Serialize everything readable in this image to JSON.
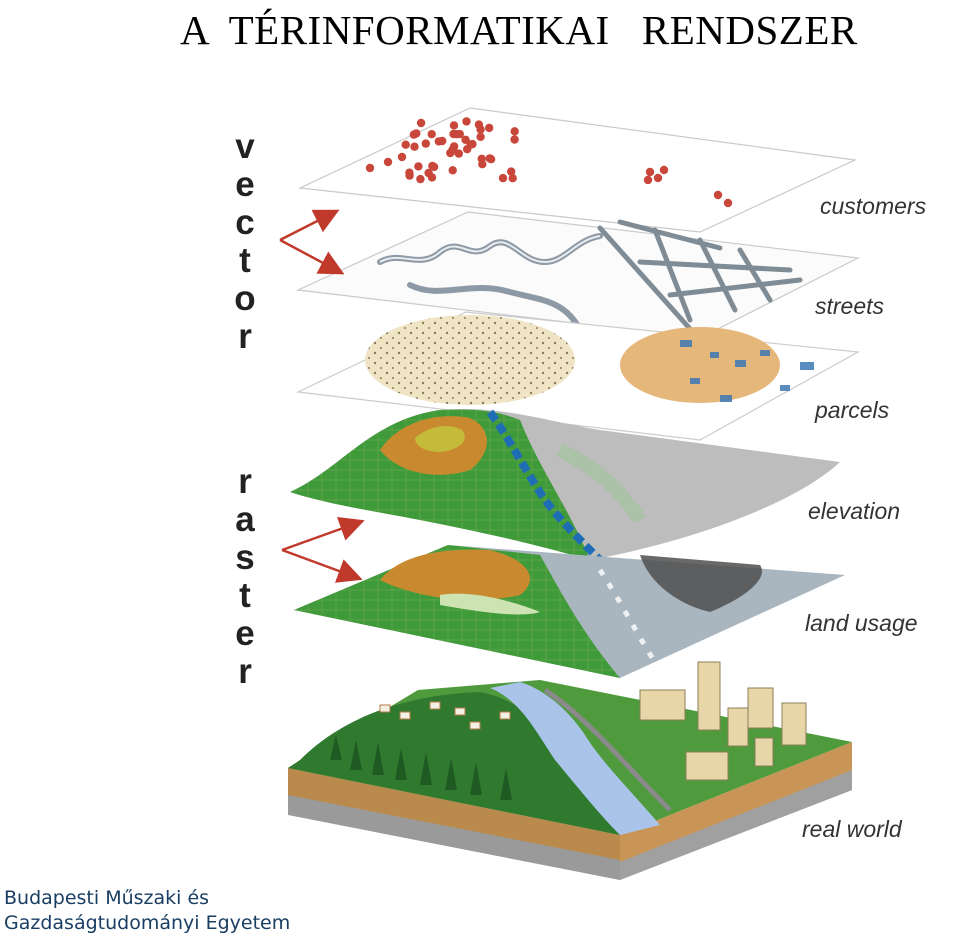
{
  "title": "A  TÉRINFORMATIKAI   RENDSZER",
  "side_labels": {
    "vector": [
      "v",
      "e",
      "c",
      "t",
      "o",
      "r"
    ],
    "raster": [
      "r",
      "a",
      "s",
      "t",
      "e",
      "r"
    ]
  },
  "layers": [
    {
      "id": "customers",
      "label": "customers"
    },
    {
      "id": "streets",
      "label": "streets"
    },
    {
      "id": "parcels",
      "label": "parcels"
    },
    {
      "id": "elevation",
      "label": "elevation"
    },
    {
      "id": "land_usage",
      "label": "land usage"
    },
    {
      "id": "real_world",
      "label": "real world"
    }
  ],
  "footer": {
    "line1": "Budapesti Műszaki és",
    "line2": "Gazdaságtudományi Egyetem"
  },
  "colors": {
    "arrow": "#c0392b",
    "points": "#c0392b",
    "street": "#8d9aa6",
    "footer": "#1a3e63"
  }
}
